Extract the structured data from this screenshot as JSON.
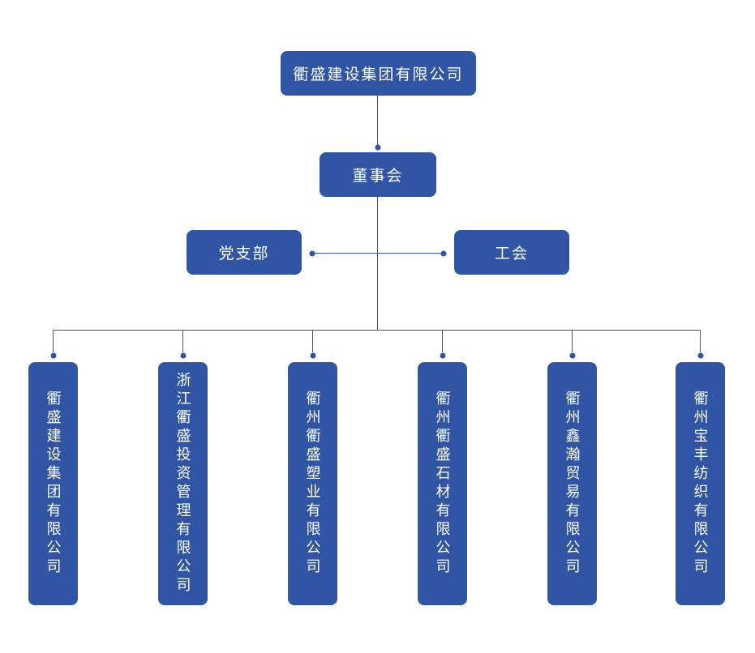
{
  "org": {
    "root": {
      "label": "衢盛建设集团有限公司"
    },
    "board": {
      "label": "董事会"
    },
    "party_branch": {
      "label": "党支部"
    },
    "union": {
      "label": "工会"
    },
    "subsidiaries": [
      {
        "label": "衢盛建设集团有限公司"
      },
      {
        "label": "浙江衢盛投资管理有限公司"
      },
      {
        "label": "衢州衢盛塑业有限公司"
      },
      {
        "label": "衢州衢盛石材有限公司"
      },
      {
        "label": "衢州鑫瀚贸易有限公司"
      },
      {
        "label": "衢州宝丰纺织有限公司"
      }
    ],
    "colors": {
      "box": "#2f55a4",
      "line": "#2e54a2",
      "text": "#ffffff",
      "background": "#ffffff"
    }
  }
}
